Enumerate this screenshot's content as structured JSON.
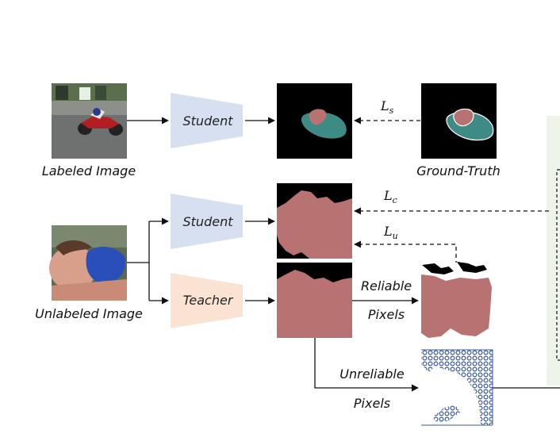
{
  "labels": {
    "labeled_image": "Labeled Image",
    "unlabeled_image": "Unlabeled Image",
    "ground_truth": "Ground-Truth",
    "reliable_1": "Reliable",
    "reliable_2": "Pixels",
    "unreliable_1": "Unreliable",
    "unreliable_2": "Pixels"
  },
  "networks": {
    "student_top": "Student",
    "student_mid": "Student",
    "teacher": "Teacher"
  },
  "losses": {
    "ls": {
      "symbol": "L",
      "sub": "s"
    },
    "lc": {
      "symbol": "L",
      "sub": "c"
    },
    "lu": {
      "symbol": "L",
      "sub": "u"
    }
  },
  "colors": {
    "student_fill": "#d6e0f0",
    "teacher_fill": "#fbe3d4",
    "mask_pink": "#b87272",
    "mask_teal": "#3e8a84",
    "side_panel": "#eef4ea",
    "pattern_blue": "#3a5a9a"
  }
}
